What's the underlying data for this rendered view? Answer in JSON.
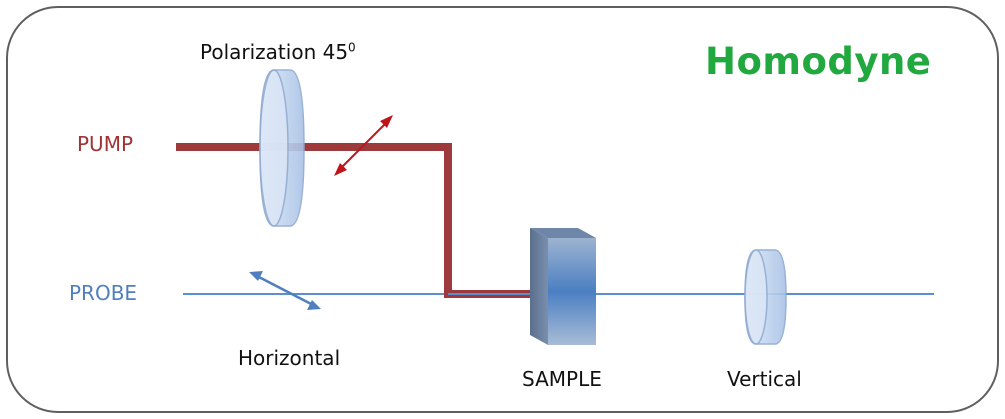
{
  "title": "Homodyne",
  "polarization": {
    "text": "Polarization 45",
    "superscript": "0"
  },
  "beams": {
    "pump": {
      "label": "PUMP",
      "color": "#a33234"
    },
    "probe": {
      "label": "PROBE",
      "color": "#5b8fd0"
    }
  },
  "labels": {
    "horizontal": "Horizontal",
    "sample": "SAMPLE",
    "vertical": "Vertical"
  },
  "colors": {
    "title": "#21a83f",
    "frame": "#5f5f5f",
    "pump_arrow": "#c0141a",
    "probe_arrow": "#4f7fbf",
    "lens": "#c9daf1"
  },
  "icons": [
    "half-wave-plate-icon",
    "polarization-arrow-icon",
    "sample-block-icon",
    "analyzer-polarizer-icon"
  ]
}
